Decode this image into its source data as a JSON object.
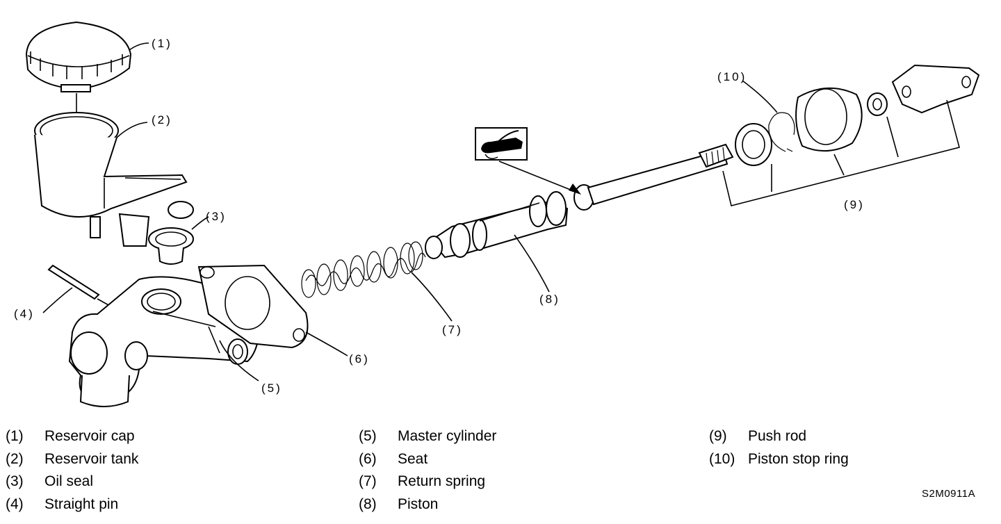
{
  "callouts": {
    "c1": "(1)",
    "c2": "(2)",
    "c3": "(3)",
    "c4": "(4)",
    "c5": "(5)",
    "c6": "(6)",
    "c7": "(7)",
    "c8": "(8)",
    "c9": "(9)",
    "c10": "(10)"
  },
  "legend": {
    "col1": [
      {
        "num": "(1)",
        "label": "Reservoir cap"
      },
      {
        "num": "(2)",
        "label": "Reservoir tank"
      },
      {
        "num": "(3)",
        "label": "Oil seal"
      },
      {
        "num": "(4)",
        "label": "Straight pin"
      }
    ],
    "col2": [
      {
        "num": "(5)",
        "label": "Master cylinder"
      },
      {
        "num": "(6)",
        "label": "Seat"
      },
      {
        "num": "(7)",
        "label": "Return spring"
      },
      {
        "num": "(8)",
        "label": "Piston"
      }
    ],
    "col3": [
      {
        "num": "(9)",
        "label": "Push rod"
      },
      {
        "num": "(10)",
        "label": "Piston stop ring"
      }
    ]
  },
  "figure_code": "S2M0911A",
  "icons": {
    "grease": "grease-apply-icon"
  }
}
